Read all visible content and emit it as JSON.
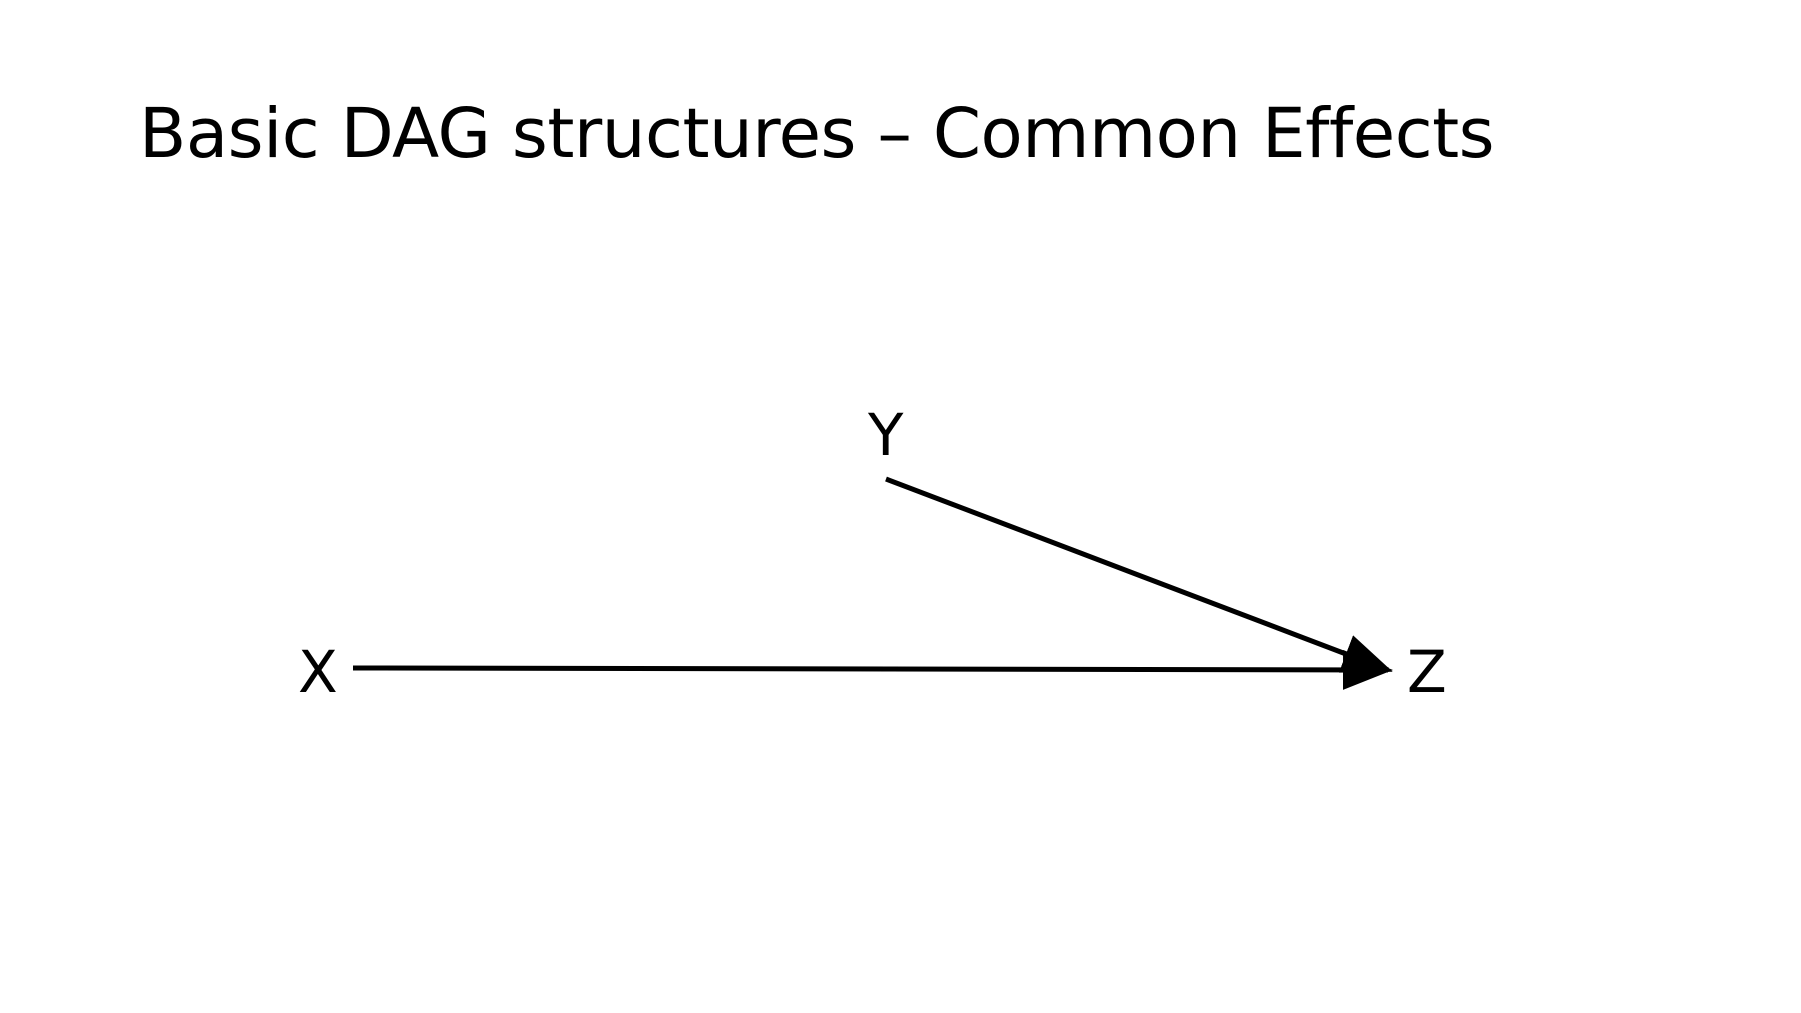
{
  "slide": {
    "title": "Basic DAG structures – Common Effects"
  },
  "diagram": {
    "nodes": [
      {
        "id": "X",
        "label": "X"
      },
      {
        "id": "Y",
        "label": "Y"
      },
      {
        "id": "Z",
        "label": "Z"
      }
    ],
    "edges": [
      {
        "from": "X",
        "to": "Z"
      },
      {
        "from": "Y",
        "to": "Z"
      }
    ],
    "colors": {
      "stroke": "#000000",
      "background": "#ffffff"
    }
  }
}
